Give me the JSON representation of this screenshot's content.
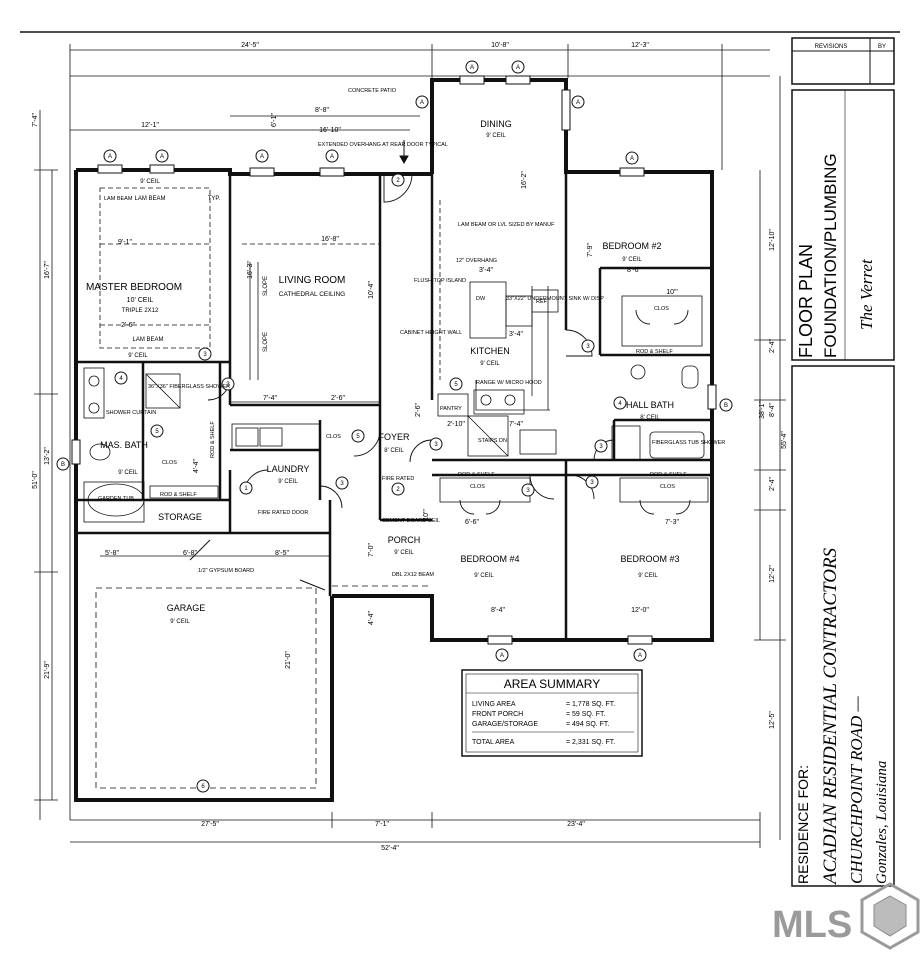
{
  "dimensions": {
    "top": [
      "24'-5\"",
      "10'-8\"",
      "12'-3\""
    ],
    "bottom_1": [
      "27'-5\"",
      "7'-1\"",
      "23'-4\""
    ],
    "bottom_total": "52'-4\"",
    "left": [
      "7'-4\"",
      "16'-7\"",
      "13'-2\"",
      "21'-9\""
    ],
    "left_total": "51'-0\"",
    "right": [
      "12'-10\"",
      "2'-4\"",
      "8'-4\"",
      "2'-4\"",
      "12'-2\"",
      "12'-5\""
    ],
    "right_total": "55'-4\"",
    "right_sub": "38'-1\"",
    "misc": [
      "12'-1\"",
      "8'-8\"",
      "6'-1\"",
      "16'-10\"",
      "9'-1\"",
      "16'-8\"",
      "16'-3\"",
      "10'-4\"",
      "16'-2\"",
      "8'-6\"",
      "7'-9\"",
      "2'-6\"",
      "2'-10\"",
      "7'-4\"",
      "3'-4\"",
      "3'-4\"",
      "6'-6\"",
      "7'-3\"",
      "8'-4\"",
      "12'-0\"",
      "7'-3\"",
      "5'-8\"",
      "6'-8\"",
      "8'-5\"",
      "7'-0\"",
      "10'\"",
      "4'-4\"",
      "21'-0\"",
      "7'-4\""
    ]
  },
  "rooms": {
    "master": {
      "name": "MASTER BEDROOM",
      "ceil": "10' CEIL",
      "note": "TRIPLE 2X12",
      "ceil2": "9' CEIL",
      "beam": "LAM BEAM",
      "typ": "TYP."
    },
    "living": {
      "name": "LIVING ROOM",
      "ceil": "CATHEDRAL CEILING",
      "slope": "SLOPE"
    },
    "dining": {
      "name": "DINING",
      "ceil": "9' CEIL"
    },
    "bed2": {
      "name": "BEDROOM #2",
      "ceil": "9' CEIL"
    },
    "kitchen": {
      "name": "KITCHEN",
      "ceil": "9' CEIL"
    },
    "hallbath": {
      "name": "HALL BATH",
      "ceil": "8' CEIL"
    },
    "foyer": {
      "name": "FOYER",
      "ceil": "8' CEIL"
    },
    "laundry": {
      "name": "LAUNDRY",
      "ceil": "9' CEIL"
    },
    "masbath": {
      "name": "MAS. BATH",
      "ceil": "9' CEIL"
    },
    "storage": {
      "name": "STORAGE"
    },
    "porch": {
      "name": "PORCH",
      "ceil": "9' CEIL",
      "note": "CEMENT BOARD CEIL"
    },
    "bed4": {
      "name": "BEDROOM #4",
      "ceil": "9' CEIL"
    },
    "bed3": {
      "name": "BEDROOM #3",
      "ceil": "9' CEIL"
    },
    "garage": {
      "name": "GARAGE",
      "ceil": "9' CEIL"
    }
  },
  "notes": {
    "patio": "CONCRETE PATIO",
    "overhang": "EXTENDED OVERHANG AT REAR DOOR TYPICAL",
    "lam_beam_lvl": "LAM BEAM OR LVL SIZED BY MANUF",
    "overhang12": "12\" OVERHANG",
    "flush_top": "FLUSH TOP ISLAND",
    "cabinet": "CABINET HEIGHT WALL",
    "sink": "33\"X22\" UNDERMOUNT SINK W/ DISP",
    "range": "RANGE W/ MICRO HOOD",
    "pantry": "PANTRY",
    "dw": "DW",
    "ref": "REF",
    "rod_shelf": "ROD & SHELF",
    "clos": "CLOS",
    "fiberglass_tub": "FIBERGLASS TUB SHOWER",
    "shower": "36\"X36\" FIBERGLASS SHOWER",
    "shower_curtain": "SHOWER CURTAIN",
    "garden_tub": "GARDEN TUB",
    "fire_rated_door": "FIRE RATED DOOR",
    "fire_rated": "FIRE RATED",
    "gypsum": "1/2\" GYPSUM BOARD",
    "dbl_beam": "DBL 2X12 BEAM",
    "stairs": "STAIRS DN",
    "lam_beam": "LAM BEAM"
  },
  "area_summary": {
    "title": "AREA SUMMARY",
    "rows": [
      {
        "label": "LIVING AREA",
        "value": "= 1,778 SQ. FT."
      },
      {
        "label": "FRONT PORCH",
        "value": "= 59 SQ. FT."
      },
      {
        "label": "GARAGE/STORAGE",
        "value": "= 494 SQ. FT."
      }
    ],
    "total_label": "TOTAL AREA",
    "total_value": "= 2,331 SQ. FT."
  },
  "title_block": {
    "revisions": "REVISIONS",
    "by": "BY",
    "sheet_title_1": "FLOOR PLAN",
    "sheet_title_2": "FOUNDATION/PLUMBING",
    "plan_name": "The Verret",
    "residence_for": "RESIDENCE FOR:",
    "contractor": "ACADIAN RESIDENTIAL CONTRACTORS",
    "road": "CHURCHPOINT ROAD —",
    "city": "Gonzales, Louisiana"
  },
  "watermark": "MLS"
}
